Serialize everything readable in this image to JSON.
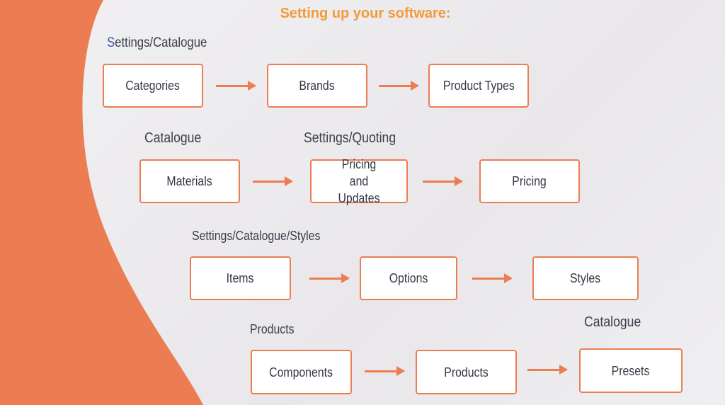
{
  "title": "Setting up your software:",
  "colors": {
    "accent": "#ec7d52",
    "title": "#f39a3a"
  },
  "rows": [
    {
      "label": "Settings/Catalogue",
      "label_first": "S",
      "label_rest": "ettings/Catalogue",
      "steps": [
        "Categories",
        "Brands",
        "Product Types"
      ]
    },
    {
      "labels": [
        "Catalogue",
        "Settings/Quoting"
      ],
      "steps": [
        "Materials",
        "Pricing and Updates",
        "Pricing"
      ]
    },
    {
      "label": "Settings/Catalogue/Styles",
      "steps": [
        "Items",
        "Options",
        "Styles"
      ]
    },
    {
      "labels": [
        "Products",
        "Catalogue"
      ],
      "steps": [
        "Components",
        "Products",
        "Presets"
      ]
    }
  ]
}
